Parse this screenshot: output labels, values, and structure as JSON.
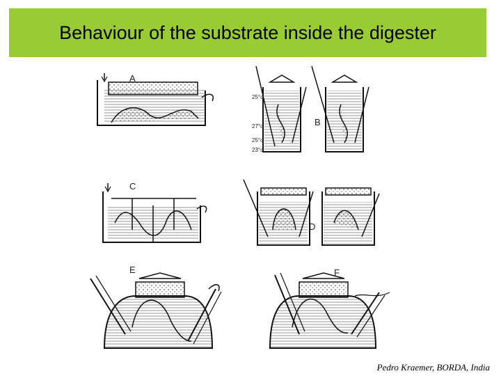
{
  "title": "Behaviour of the substrate inside the digester",
  "credit": "Pedro Kraemer, BORDA, India",
  "colors": {
    "title_bar": "#99cc33",
    "line": "#111111",
    "hatch": "#555555"
  },
  "diagram": {
    "panel_labels": [
      "A",
      "B",
      "C",
      "D",
      "E",
      "F"
    ],
    "temperatures": [
      "25°c",
      "27°c",
      "25°c",
      "23°c"
    ]
  }
}
